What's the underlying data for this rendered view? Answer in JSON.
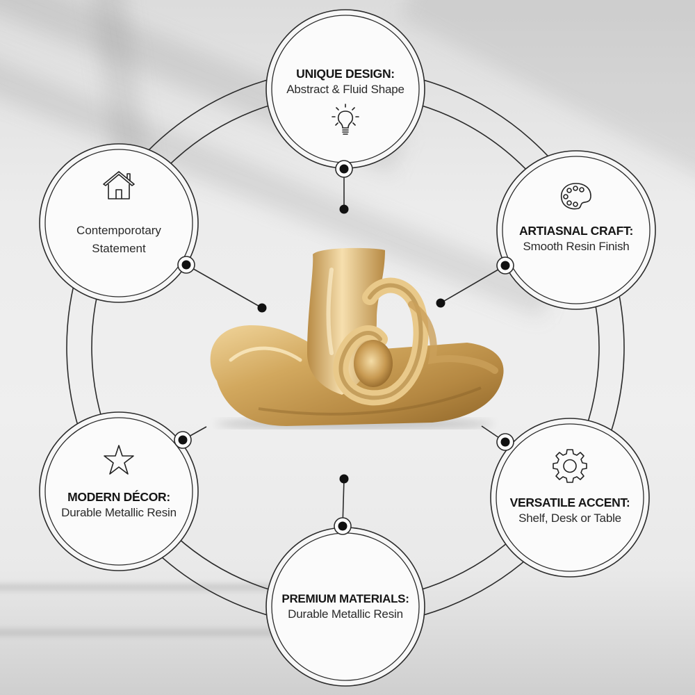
{
  "diagram": {
    "center": {
      "label": "Gold abstract resin sculpture",
      "color": "#c49a4e"
    },
    "line_color": "#2b2b2b",
    "features": [
      {
        "id": "top",
        "title": "UNIQUE DESIGN:",
        "subtitle": "Abstract & Fluid Shape",
        "icon": "lightbulb-icon"
      },
      {
        "id": "upper-left",
        "title": "",
        "subtitle": "Contemporotary Statement",
        "icon": "house-icon"
      },
      {
        "id": "upper-right",
        "title": "ARTIASNAL CRAFT:",
        "subtitle": "Smooth Resin Finish",
        "icon": "palette-icon"
      },
      {
        "id": "lower-left",
        "title": "MODERN DÉCOR:",
        "subtitle": "Durable Metallic Resin",
        "icon": "star-icon"
      },
      {
        "id": "lower-right",
        "title": "VERSATILE ACCENT:",
        "subtitle": "Shelf, Desk or Table",
        "icon": "gear-icon"
      },
      {
        "id": "bottom",
        "title": "PREMIUM MATERIALS:",
        "subtitle": "Durable Metallic Resin",
        "icon": ""
      }
    ],
    "upper_left_lines": [
      "Contemporotary",
      "Statement"
    ]
  }
}
